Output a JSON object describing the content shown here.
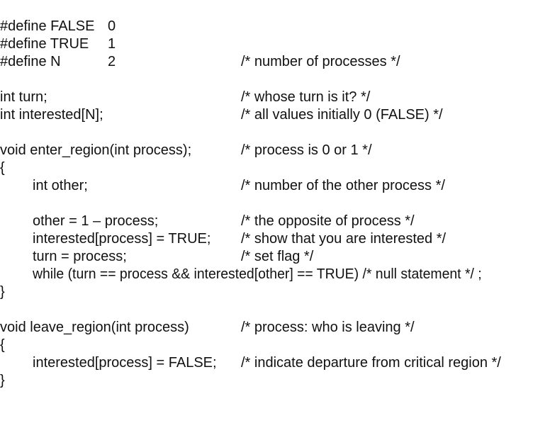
{
  "lines": [
    {
      "code": "#define FALSE",
      "value": "0",
      "comment": ""
    },
    {
      "code": "#define TRUE",
      "value": "1",
      "comment": ""
    },
    {
      "code": "#define N",
      "value": "2",
      "comment": "/* number of processes */"
    },
    {
      "code": "int turn;",
      "comment": "/* whose turn is it? */"
    },
    {
      "code": "int interested[N];",
      "comment": "/* all values initially 0 (FALSE) */"
    },
    {
      "code": "void enter_region(int process);",
      "comment": "/* process is 0 or 1 */"
    },
    {
      "code": "{"
    },
    {
      "code": "int other;",
      "comment": "/* number of the other process */"
    },
    {
      "code": "other = 1 – process;",
      "comment": "/* the opposite of process */"
    },
    {
      "code": "interested[process] = TRUE;",
      "comment": "/* show that you are interested */"
    },
    {
      "code": "turn = process;",
      "comment": "/* set flag */"
    },
    {
      "code": "while (turn == process && interested[other] == TRUE) /* null statement */ ;"
    },
    {
      "code": "}"
    },
    {
      "code": "void leave_region(int process)",
      "comment": "/* process: who is leaving */"
    },
    {
      "code": "{"
    },
    {
      "code": "interested[process] = FALSE;",
      "comment": "/* indicate departure from critical region */"
    },
    {
      "code": "}"
    }
  ]
}
